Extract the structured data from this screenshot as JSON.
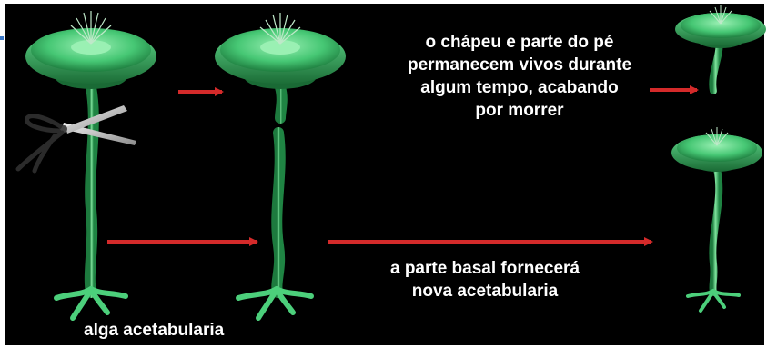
{
  "captions": {
    "survival_lines": [
      "o chápeu e parte do pé",
      "permanecem vivos durante",
      "algum tempo, acabando",
      "por morrer"
    ],
    "regeneration_lines": [
      "a parte basal fornecerá",
      "nova acetabularia"
    ],
    "alga_label": "alga acetabularia"
  },
  "colors": {
    "background": "#000000",
    "alga_green": "#3fbf6e",
    "arrow_red": "#d42a2a",
    "text": "#ffffff"
  }
}
